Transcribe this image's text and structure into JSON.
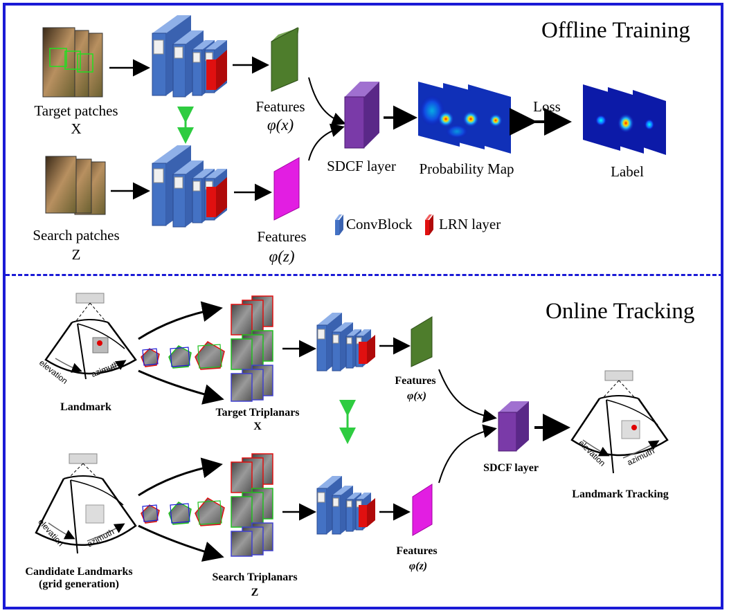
{
  "offline": {
    "title": "Offline Training",
    "target_label": "Target patches",
    "target_var": "X",
    "search_label": "Search patches",
    "search_var": "Z",
    "features_label": "Features",
    "phi_x": "φ(x)",
    "phi_z": "φ(z)",
    "sdcf_label": "SDCF layer",
    "prob_label": "Probability Map",
    "loss_label": "Loss",
    "label_label": "Label",
    "legend_conv": "ConvBlock",
    "legend_lrn": "LRN layer"
  },
  "online": {
    "title": "Online Tracking",
    "landmark_label": "Landmark",
    "candidate_label_1": "Candidate Landmarks",
    "candidate_label_2": "(grid generation)",
    "target_tri_label": "Target Triplanars",
    "target_tri_var": "X",
    "search_tri_label": "Search Triplanars",
    "search_tri_var": "Z",
    "features_label": "Features",
    "phi_x": "φ(x)",
    "phi_z": "φ(z)",
    "sdcf_label": "SDCF layer",
    "tracking_label": "Landmark Tracking",
    "elevation": "elevation",
    "azimuth": "azimuth"
  },
  "colors": {
    "border": "#1a1ad6",
    "convblock": "#4472c4",
    "lrn": "#e01010",
    "feature_x": "#4e7d2c",
    "feature_z": "#e21ee2",
    "sdcf": "#7a3aa8"
  }
}
